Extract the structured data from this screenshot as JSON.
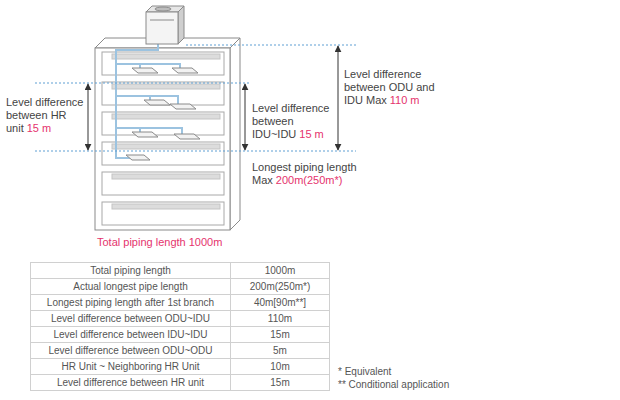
{
  "diagram": {
    "labels": [
      "Level difference between HR unit",
      "15 m",
      "Level difference between IDU~IDU",
      "15 m",
      "Level difference between ODU and IDU Max",
      "110 m",
      "Longest piping length Max",
      "200m(250m*)",
      "Total piping length 1000m",
      "Total piping length",
      "1000m",
      "Actual longest pipe length",
      "200m(250m*)",
      "Longest piping length after 1st branch",
      "40m[90m**]",
      "Level difference between ODU~IDU",
      "110m",
      "Level difference between IDU~IDU",
      "15m",
      "Level difference between ODU~ODU",
      "5m",
      "HR Unit ~ Neighboring HR Unit",
      "10m",
      "Level difference between HR unit",
      "15m",
      "* Equivalent",
      "** Conditional application"
    ]
  }
}
